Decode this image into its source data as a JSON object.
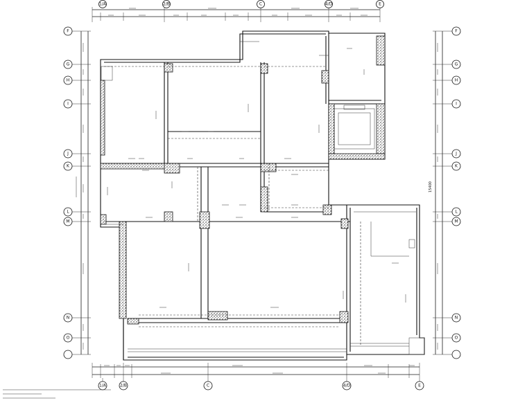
{
  "drawing": {
    "type": "architectural-floor-plan",
    "line_color": "#111111",
    "background": "#ffffff"
  },
  "axes": {
    "top": [
      "1/A",
      "2/B",
      "C",
      "4/D",
      "E"
    ],
    "bottom": [
      "1/A",
      "2/B",
      "C",
      "4/D",
      "E"
    ],
    "left": [
      "F",
      "G",
      "H",
      "I",
      "J",
      "K",
      "L",
      "M",
      "N",
      "O"
    ],
    "right": [
      "F",
      "G",
      "H",
      "I",
      "J",
      "K",
      "L",
      "M",
      "N",
      "O"
    ]
  },
  "overall_dimension": "15400"
}
